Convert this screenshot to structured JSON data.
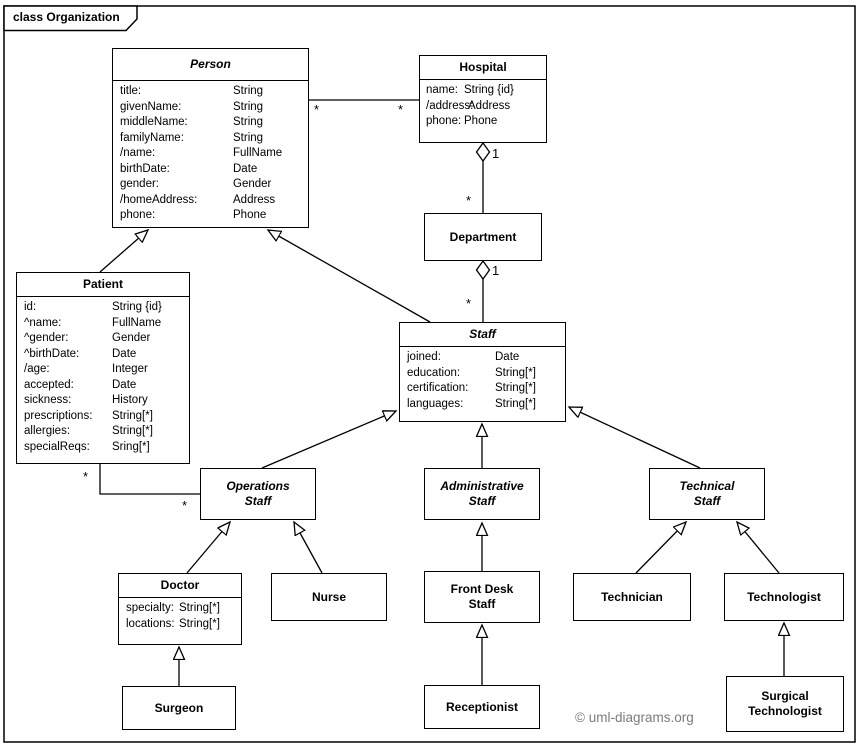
{
  "frame": {
    "title": "class Organization"
  },
  "copyright": "© uml-diagrams.org",
  "classes": {
    "person": {
      "name": "Person",
      "abstract": true,
      "attributes": [
        {
          "name": "title:",
          "type": "String"
        },
        {
          "name": "givenName:",
          "type": "String"
        },
        {
          "name": "middleName:",
          "type": "String"
        },
        {
          "name": "familyName:",
          "type": "String"
        },
        {
          "name": "/name:",
          "type": "FullName"
        },
        {
          "name": "birthDate:",
          "type": "Date"
        },
        {
          "name": "gender:",
          "type": "Gender"
        },
        {
          "name": "/homeAddress:",
          "type": "Address"
        },
        {
          "name": "phone:",
          "type": "Phone"
        }
      ]
    },
    "hospital": {
      "name": "Hospital",
      "attributes": [
        {
          "name": "name:",
          "type": "String {id}"
        },
        {
          "name": "/address:",
          "type": "Address"
        },
        {
          "name": "phone:",
          "type": "Phone"
        }
      ]
    },
    "patient": {
      "name": "Patient",
      "attributes": [
        {
          "name": "id:",
          "type": "String {id}"
        },
        {
          "name": "^name:",
          "type": "FullName"
        },
        {
          "name": "^gender:",
          "type": "Gender"
        },
        {
          "name": "^birthDate:",
          "type": "Date"
        },
        {
          "name": "/age:",
          "type": "Integer"
        },
        {
          "name": "accepted:",
          "type": "Date"
        },
        {
          "name": "sickness:",
          "type": "History"
        },
        {
          "name": "prescriptions:",
          "type": "String[*]"
        },
        {
          "name": "allergies:",
          "type": "String[*]"
        },
        {
          "name": "specialReqs:",
          "type": "Sring[*]"
        }
      ]
    },
    "department": {
      "name": "Department"
    },
    "staff": {
      "name": "Staff",
      "abstract": true,
      "attributes": [
        {
          "name": "joined:",
          "type": "Date"
        },
        {
          "name": "education:",
          "type": "String[*]"
        },
        {
          "name": "certification:",
          "type": "String[*]"
        },
        {
          "name": "languages:",
          "type": "String[*]"
        }
      ]
    },
    "operations_staff": {
      "name": "Operations\nStaff",
      "abstract": true
    },
    "administrative_staff": {
      "name": "Administrative\nStaff",
      "abstract": true
    },
    "technical_staff": {
      "name": "Technical\nStaff",
      "abstract": true
    },
    "doctor": {
      "name": "Doctor",
      "attributes": [
        {
          "name": "specialty:",
          "type": "String[*]"
        },
        {
          "name": "locations:",
          "type": "String[*]"
        }
      ]
    },
    "nurse": {
      "name": "Nurse"
    },
    "front_desk_staff": {
      "name": "Front Desk\nStaff"
    },
    "technician": {
      "name": "Technician"
    },
    "technologist": {
      "name": "Technologist"
    },
    "surgeon": {
      "name": "Surgeon"
    },
    "receptionist": {
      "name": "Receptionist"
    },
    "surgical_technologist": {
      "name": "Surgical\nTechnologist"
    }
  },
  "labels": {
    "person_hospital_person_end": "*",
    "person_hospital_hospital_end": "*",
    "hospital_department_whole": "1",
    "hospital_department_part": "*",
    "department_staff_whole": "1",
    "department_staff_part": "*",
    "patient_ops_patient_end": "*",
    "patient_ops_staff_end": "*"
  }
}
